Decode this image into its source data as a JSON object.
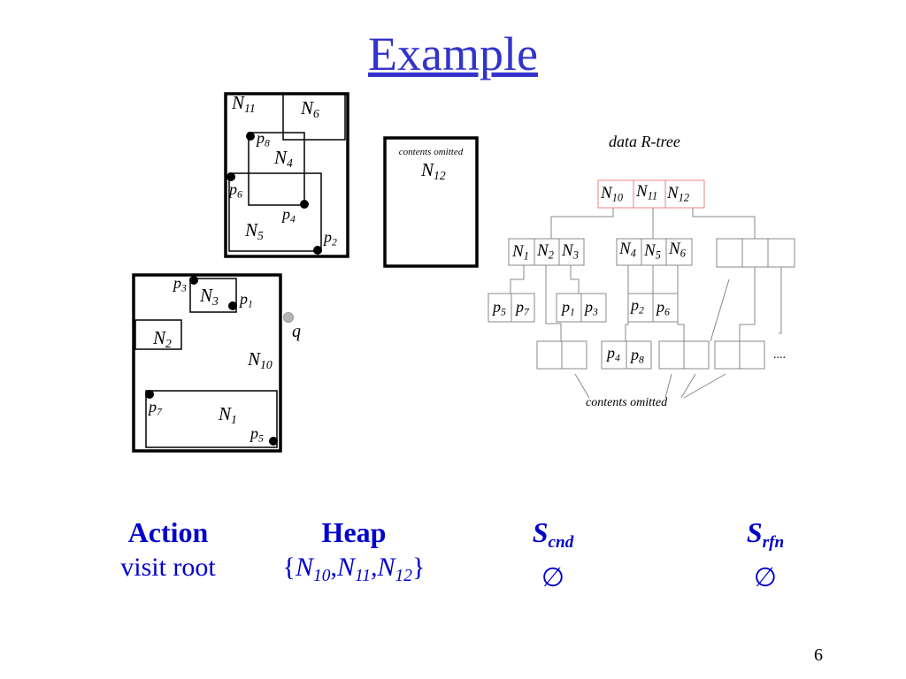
{
  "slide": {
    "title": "Example",
    "page_number": "6"
  },
  "diagram": {
    "top_left": {
      "outer_label": "N11",
      "rects": {
        "N6": "N6",
        "N4": "N4",
        "N5": "N5"
      },
      "points": {
        "p8": "p8",
        "p6": "p6",
        "p4": "p4",
        "p2": "p2"
      }
    },
    "top_middle": {
      "caption": "contents omitted",
      "label": "N12"
    },
    "bottom_left": {
      "outer_label": "N10",
      "rects": {
        "N3": "N3",
        "N2": "N2",
        "N1": "N1"
      },
      "points": {
        "p3": "p3",
        "p1": "p1",
        "p7": "p7",
        "p5": "p5"
      },
      "query_point": "q"
    },
    "rtree": {
      "caption": "data R-tree",
      "root": [
        "N10",
        "N11",
        "N12"
      ],
      "level1": [
        [
          "N1",
          "N2",
          "N3"
        ],
        [
          "N4",
          "N5",
          "N6"
        ],
        [
          "",
          "",
          ""
        ]
      ],
      "leaves": [
        [
          "p5",
          "p7"
        ],
        [
          "p1",
          "p3"
        ],
        [
          "p2",
          "p6"
        ],
        [
          "p4",
          "p8"
        ]
      ],
      "ellipsis": "....",
      "omitted_caption": "contents omitted"
    }
  },
  "table": {
    "headers": {
      "action": "Action",
      "heap": "Heap",
      "scnd_base": "S",
      "scnd_sub": "cnd",
      "srfn_base": "S",
      "srfn_sub": "rfn"
    },
    "row": {
      "action": "visit root",
      "heap_open": "{",
      "heap_items": [
        {
          "base": "N",
          "sub": "10"
        },
        {
          "base": "N",
          "sub": "11"
        },
        {
          "base": "N",
          "sub": "12"
        }
      ],
      "heap_sep": ",",
      "heap_close": "}",
      "scnd": "∅",
      "srfn": "∅"
    }
  }
}
